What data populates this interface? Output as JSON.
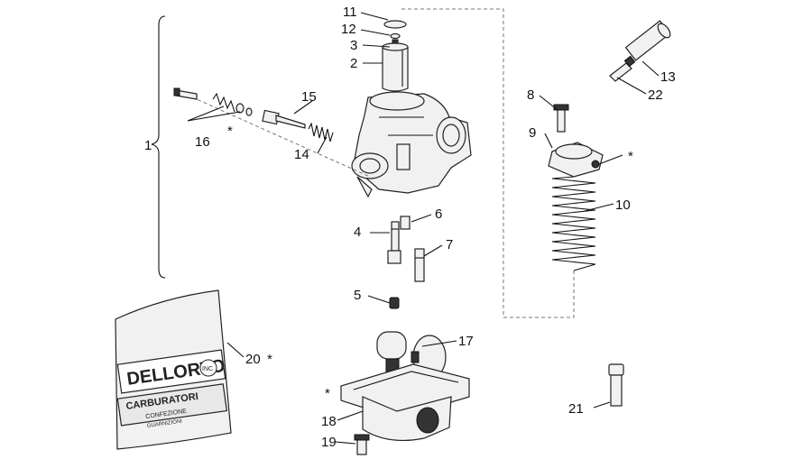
{
  "labels": {
    "l1": "1",
    "l2": "2",
    "l3": "3",
    "l4": "4",
    "l5": "5",
    "l6": "6",
    "l7": "7",
    "l8": "8",
    "l9": "9",
    "l10": "10",
    "l11": "11",
    "l12": "12",
    "l13": "13",
    "l14": "14",
    "l15": "15",
    "l16": "16",
    "l17": "17",
    "l18": "18",
    "l19": "19",
    "l20": "20",
    "l21": "21",
    "l22": "22"
  },
  "asterisk": "*",
  "bag": {
    "brand": "DELLORTO",
    "badge": "INC",
    "line1": "CARBURATORI",
    "line2": "CONFEZIONE",
    "line3": "GUARNIZIONI"
  }
}
